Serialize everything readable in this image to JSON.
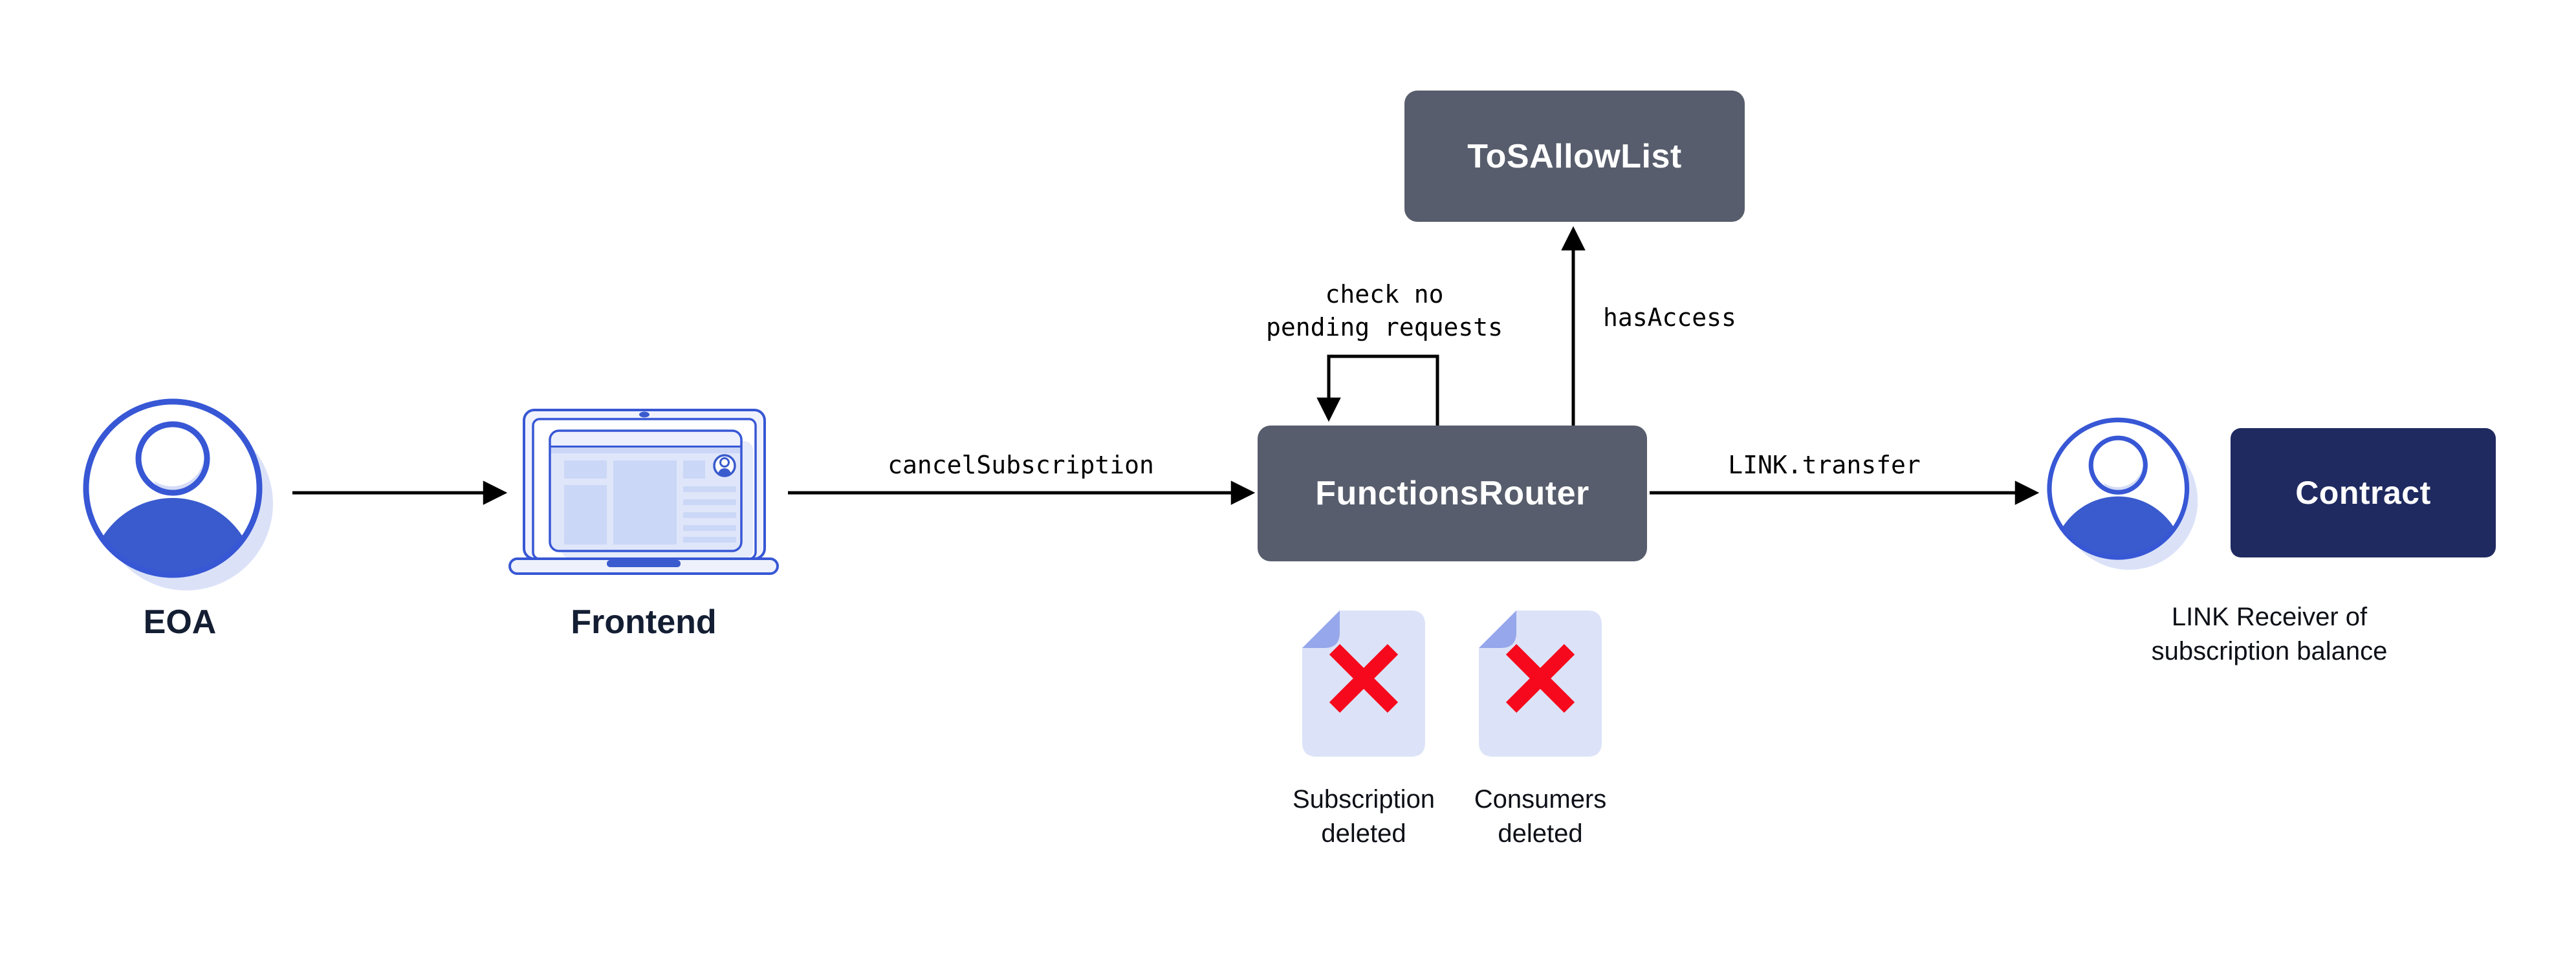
{
  "diagram": {
    "nodes": {
      "eoa": {
        "label": "EOA",
        "icon": "user-icon"
      },
      "frontend": {
        "label": "Frontend",
        "icon": "laptop-icon"
      },
      "functions_router": {
        "label": "FunctionsRouter"
      },
      "tos_allow_list": {
        "label": "ToSAllowList"
      },
      "contract": {
        "label": "Contract"
      },
      "link_receiver": {
        "icon": "user-icon",
        "caption": "LINK Receiver of\nsubscription balance"
      }
    },
    "edges": {
      "frontend_to_router": {
        "label": "cancelSubscription"
      },
      "router_self_loop": {
        "label": "check no\npending requests"
      },
      "router_to_tos_allow_list": {
        "label": "hasAccess"
      },
      "router_to_link_receiver": {
        "label": "LINK.transfer"
      }
    },
    "artifacts": {
      "subscription_deleted": {
        "label": "Subscription\ndeleted",
        "icon": "deleted-document-icon"
      },
      "consumers_deleted": {
        "label": "Consumers\ndeleted",
        "icon": "deleted-document-icon"
      }
    },
    "colors": {
      "box_gray": "#575D6C",
      "box_navy": "#1F2A60",
      "accent_blue": "#395BCD",
      "outline_blue": "#3757D5",
      "shadow_blue": "#DBE2F8",
      "document_fill": "#DCE3F8",
      "document_fold": "#96A7EB",
      "delete_red": "#F6081D",
      "label_navy": "#141E33",
      "arrow_black": "#000000",
      "background": "#FFFFFF"
    }
  }
}
